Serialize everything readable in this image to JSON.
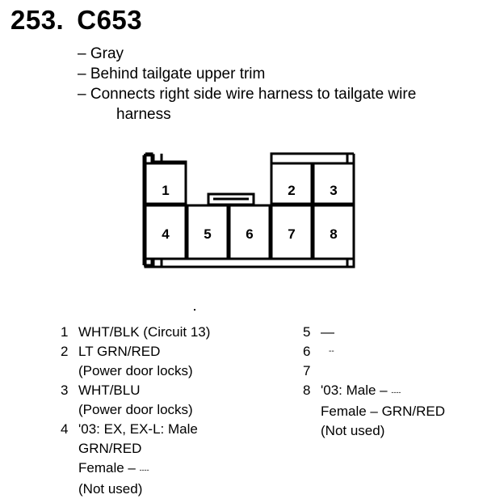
{
  "header": {
    "number": "253.",
    "code": "C653"
  },
  "notes": [
    "– Gray",
    "– Behind tailgate upper trim",
    "– Connects right side wire harness to tailgate wire",
    "harness"
  ],
  "connector": {
    "pins": [
      "1",
      "2",
      "3",
      "4",
      "5",
      "6",
      "7",
      "8"
    ]
  },
  "pinouts_left": [
    {
      "num": "1",
      "desc": "WHT/BLK (Circuit 13)"
    },
    {
      "num": "2",
      "desc": "LT GRN/RED\n(Power door locks)"
    },
    {
      "num": "3",
      "desc": "WHT/BLU\n(Power door locks)"
    },
    {
      "num": "4",
      "desc": "'03: EX, EX-L: Male\nGRN/RED\nFemale –",
      "trail": "----",
      "tail": "\n(Not used)"
    }
  ],
  "pinouts_right": [
    {
      "num": "5",
      "desc": "—"
    },
    {
      "num": "6",
      "desc": "--"
    },
    {
      "num": "7",
      "desc": ""
    },
    {
      "num": "8",
      "desc": "'03: Male –",
      "trail": "----",
      "tail": "\nFemale – GRN/RED\n(Not used)"
    }
  ]
}
